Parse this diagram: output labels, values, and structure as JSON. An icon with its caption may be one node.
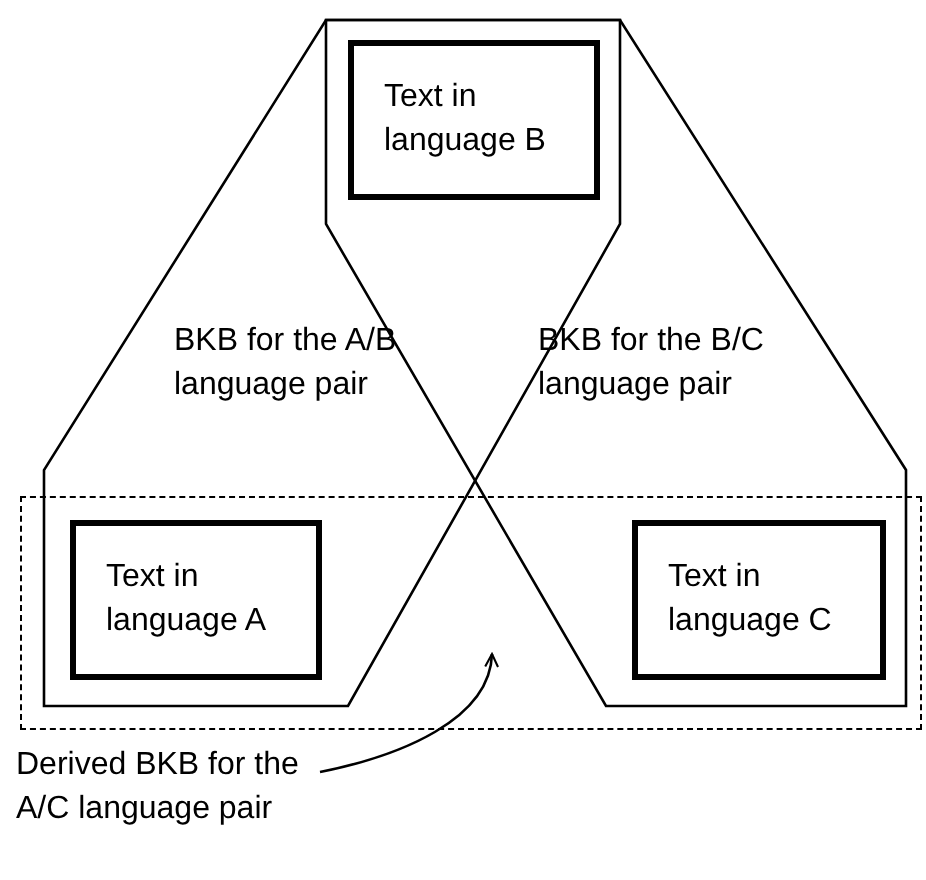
{
  "diagram": {
    "nodes": [
      {
        "text": [
          "BKB for the A/B language pair"
        ]
      },
      {
        "text": [
          "BKB for the B/C language pair"
        ]
      },
      {
        "text": [
          "Text in language B"
        ]
      },
      {
        "text": [
          "Text in language A"
        ]
      },
      {
        "text": [
          "Text in language C"
        ]
      },
      {
        "text": [],
        "shape": "box"
      },
      {
        "text": [
          "Derived BKB for the A/C language pair"
        ]
      }
    ],
    "edges": [
      {
        "from": 6,
        "to": 5,
        "arrow": "to"
      }
    ]
  }
}
